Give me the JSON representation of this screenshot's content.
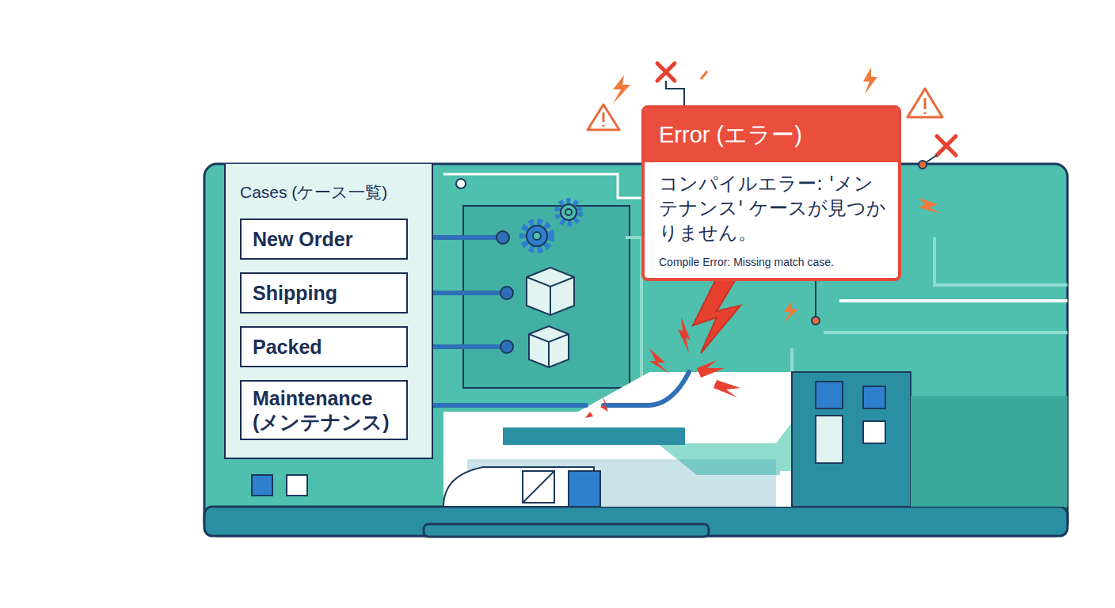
{
  "diagram": {
    "nodes": [
      {
        "text": [
          "Cases (ケース一覧)"
        ]
      },
      {
        "text": [
          "New Order"
        ],
        "in": 0
      },
      {
        "text": [
          "Shipping"
        ],
        "in": 0
      },
      {
        "text": [
          "Packed"
        ],
        "in": 0
      },
      {
        "text": [
          "Maintenance (メンテナンス)"
        ],
        "in": 0
      },
      {
        "text": [
          "Error (エラー)",
          "コンパイルエラー: 'メンテナンス' ケースが見つかりません。",
          "Compile Error: Missing match case."
        ]
      }
    ]
  }
}
